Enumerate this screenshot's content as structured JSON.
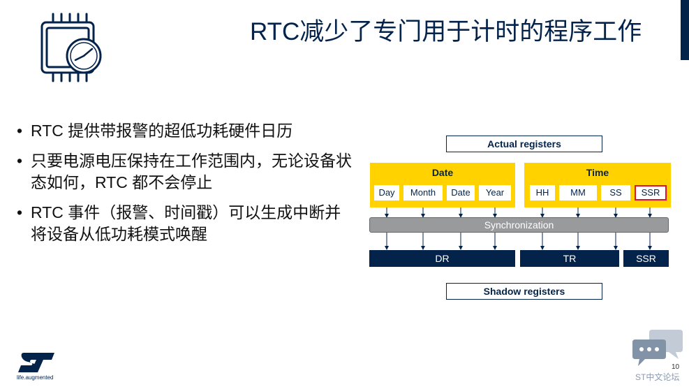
{
  "title": "RTC减少了专门用于计时的程序工作",
  "bullets": [
    "RTC 提供带报警的超低功耗硬件日历",
    "只要电源电压保持在工作范围内，无论设备状态如何，RTC 都不会停止",
    "RTC 事件（报警、时间戳）可以生成中断并将设备从低功耗模式唤醒"
  ],
  "diagram": {
    "actual_label": "Actual registers",
    "shadow_label": "Shadow registers",
    "sync_label": "Synchronization",
    "date_group": {
      "title": "Date",
      "cells": [
        "Day",
        "Month",
        "Date",
        "Year"
      ]
    },
    "time_group": {
      "title": "Time",
      "cells": [
        "HH",
        "MM",
        "SS",
        "SSR"
      ]
    },
    "outputs": [
      "DR",
      "TR",
      "SSR"
    ]
  },
  "footer": {
    "logo_tagline": "life.augmented",
    "page_number": "10",
    "watermark": "ST中文论坛"
  },
  "colors": {
    "navy": "#03234b",
    "yellow": "#ffd200",
    "gray": "#999a9c",
    "highlight": "#e0102a"
  },
  "icons": [
    "chip-clock-icon",
    "st-logo-icon",
    "chat-bubbles-icon"
  ]
}
